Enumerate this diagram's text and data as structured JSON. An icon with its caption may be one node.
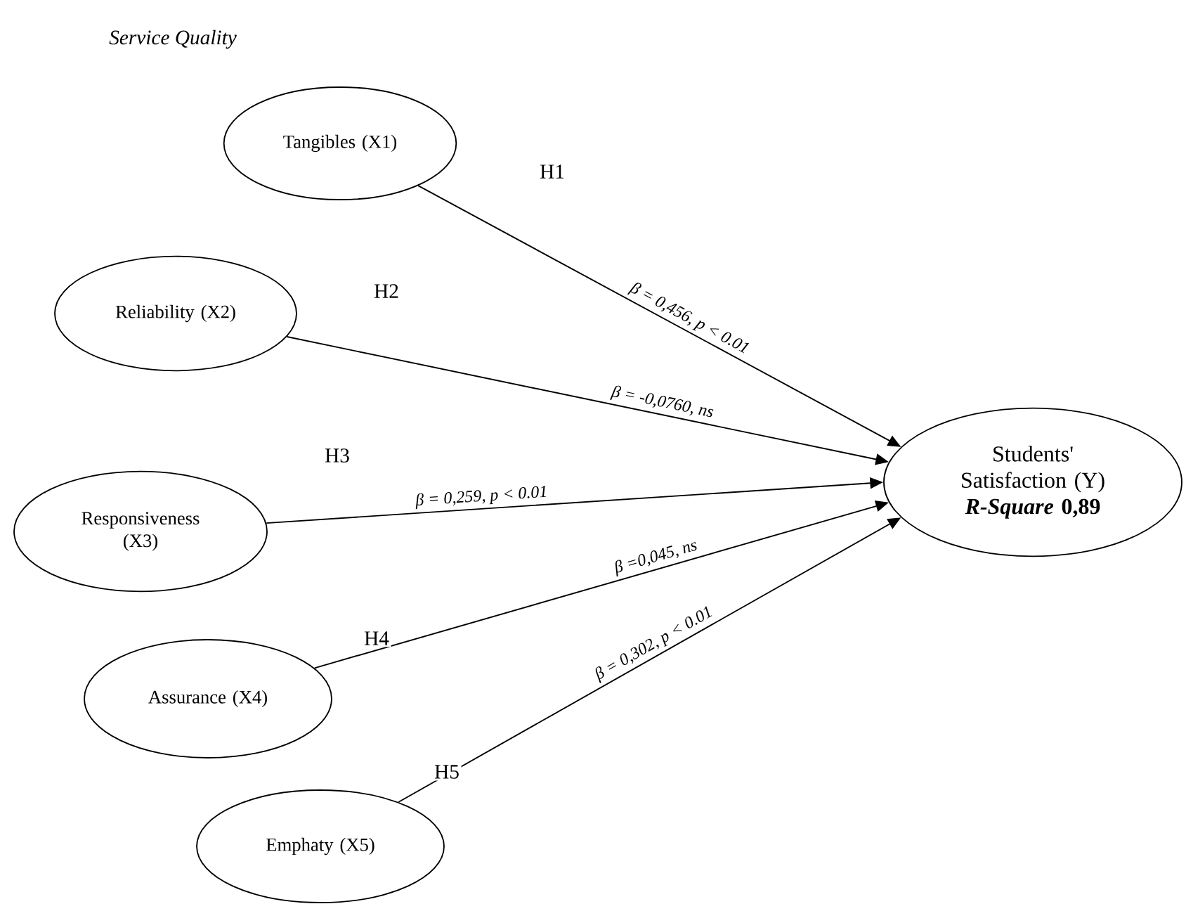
{
  "diagram": {
    "title": "Service Quality",
    "nodes": [
      {
        "text": [
          "Tangibles (X1)"
        ]
      },
      {
        "text": [
          "Reliability (X2)"
        ]
      },
      {
        "text": [
          "Responsiveness (X3)"
        ]
      },
      {
        "text": [
          "Assurance (X4)"
        ]
      },
      {
        "text": [
          "Emphaty (X5)"
        ]
      },
      {
        "text": [
          "Students' Satisfaction (Y)",
          "*R-Square* 0,89"
        ]
      }
    ],
    "edges": [
      {
        "from": 0,
        "to": 5,
        "arrow": "to",
        "label": "β = 0,456, p < 0.01"
      },
      {
        "from": 1,
        "to": 5,
        "arrow": "to",
        "label": "β = -0,0760, ns"
      },
      {
        "from": 2,
        "to": 5,
        "arrow": "to",
        "label": "β = 0,259, p < 0.01"
      },
      {
        "from": 3,
        "to": 5,
        "arrow": "to",
        "label": "β =0,045, ns"
      },
      {
        "from": 4,
        "to": 5,
        "arrow": "to",
        "label": "β = 0,302, p < 0.01"
      }
    ],
    "labels": [
      "H1",
      "H2",
      "H3",
      "H4",
      "H5"
    ]
  }
}
